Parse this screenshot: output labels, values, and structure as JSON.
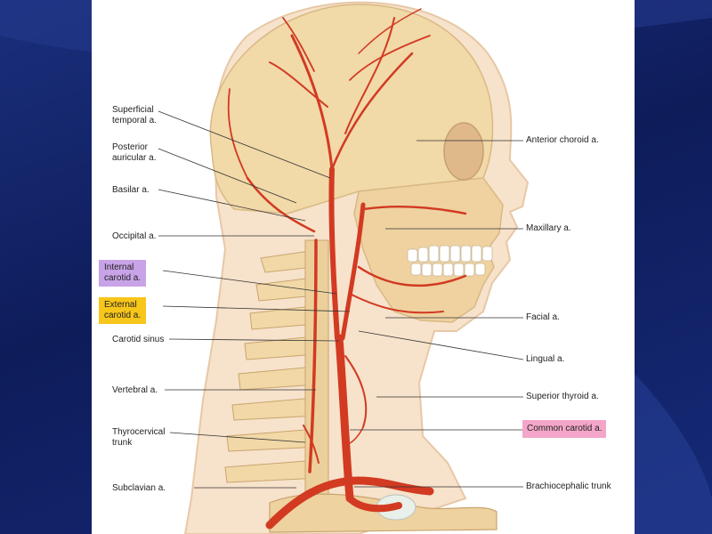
{
  "labels": {
    "superficial_temporal": "Superficial\ntemporal a.",
    "posterior_auricular": "Posterior\nauricular a.",
    "basilar": "Basilar a.",
    "occipital": "Occipital a.",
    "internal_carotid": "Internal\ncarotid a.",
    "external_carotid": "External\ncarotid a.",
    "carotid_sinus": "Carotid sinus",
    "vertebral": "Vertebral a.",
    "thyrocervical": "Thyrocervical\ntrunk",
    "subclavian": "Subclavian a.",
    "anterior_choroid": "Anterior choroid a.",
    "maxillary": "Maxillary a.",
    "facial": "Facial a.",
    "lingual": "Lingual a.",
    "superior_thyroid": "Superior thyroid a.",
    "common_carotid": "Common carotid a.",
    "brachiocephalic": "Brachiocephalic trunk"
  },
  "colors": {
    "background": "#14266e",
    "slide": "#ffffff",
    "skin": "#f6dcc0",
    "bone": "#eed2a0",
    "artery": "#d23a22",
    "highlight_internal": "#c9a3e8",
    "highlight_external": "#f7c61a",
    "highlight_common": "#f3a6c9"
  }
}
